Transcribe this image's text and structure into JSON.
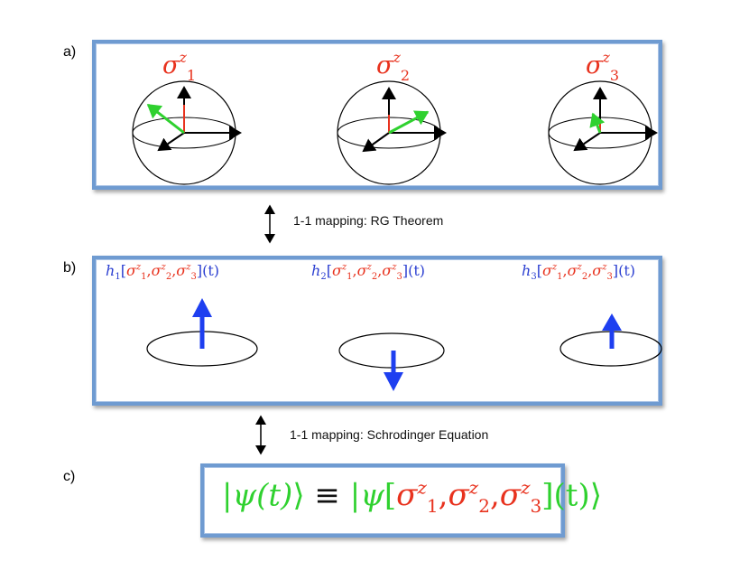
{
  "panels": [
    {
      "letter": "a)"
    },
    {
      "letter": "b)"
    },
    {
      "letter": "c)"
    }
  ],
  "panel_a": {
    "spins": [
      {
        "symbol": "σ",
        "superscript": "z",
        "subscript": "1"
      },
      {
        "symbol": "σ",
        "superscript": "z",
        "subscript": "2"
      },
      {
        "symbol": "σ",
        "superscript": "z",
        "subscript": "3"
      }
    ]
  },
  "mappings": [
    {
      "label": "1-1 mapping: RG Theorem"
    },
    {
      "label": "1-1 mapping: Schrodinger Equation"
    }
  ],
  "panel_b": {
    "fields": [
      {
        "h": "h",
        "index": "1",
        "open": "[",
        "s": "σ",
        "sup": "z",
        "i1": "1",
        "i2": "2",
        "i3": "3",
        "comma": ",",
        "close": "]",
        "t": "(t)",
        "arrow": "up"
      },
      {
        "h": "h",
        "index": "2",
        "open": "[",
        "s": "σ",
        "sup": "z",
        "i1": "1",
        "i2": "2",
        "i3": "3",
        "comma": ",",
        "close": "]",
        "t": "(t)",
        "arrow": "down"
      },
      {
        "h": "h",
        "index": "3",
        "open": "[",
        "s": "σ",
        "sup": "z",
        "i1": "1",
        "i2": "2",
        "i3": "3",
        "comma": ",",
        "close": "]",
        "t": "(t)",
        "arrow": "up"
      }
    ]
  },
  "panel_c": {
    "lhs_open": "|",
    "lhs_psi": "ψ(t)",
    "lhs_close": "⟩",
    "equiv": "≡",
    "rhs_open": "|",
    "rhs_psi": "ψ",
    "bracket_open": "[",
    "s": "σ",
    "sup": "z",
    "i1": "1",
    "i2": "2",
    "i3": "3",
    "comma": ",",
    "bracket_close": "]",
    "t": "(t)",
    "rhs_close": "⟩"
  },
  "colors": {
    "box_border": "#6f9bd1",
    "spin_label": "#e8321e",
    "field_label": "#2b3fd1",
    "field_arrow": "#1e3ff0",
    "psi_green": "#2fd12f",
    "vector_green": "#2fd12f",
    "vector_red": "#e8321e"
  }
}
